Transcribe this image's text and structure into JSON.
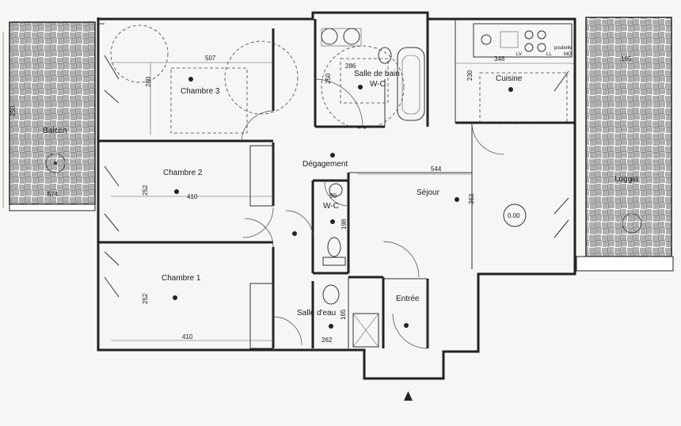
{
  "rooms": {
    "chambre3": "Chambre 3",
    "chambre2": "Chambre 2",
    "chambre1": "Chambre 1",
    "salle_bain": "Salle de bain",
    "wc_bath": "W-C",
    "cuisine": "Cuisine",
    "degagement": "Dégagement",
    "sejour": "Séjour",
    "wc": "W-C",
    "salle_eau": "Salle d'eau",
    "entree": "Entrée",
    "balcon": "Balcon",
    "loggia": "Loggia"
  },
  "dimensions": {
    "d507": "507",
    "d280": "280",
    "d250_bath": "250",
    "d286": "286",
    "d348": "348",
    "d230": "230",
    "d195": "195",
    "d250_balcon": "250",
    "d574": "574",
    "d252_c2": "252",
    "d410_c2": "410",
    "d544": "544",
    "d363": "363",
    "d90": "90",
    "d198": "198",
    "d252_c1": "252",
    "d410_c1": "410",
    "d165": "165",
    "d262": "262",
    "level": "0.00"
  },
  "fixtures": {
    "pourtant": "poubelle",
    "mo": "MO",
    "lv": "LV",
    "ll": "LL"
  },
  "colors": {
    "wall": "#222222",
    "background": "#f6f6f4"
  }
}
